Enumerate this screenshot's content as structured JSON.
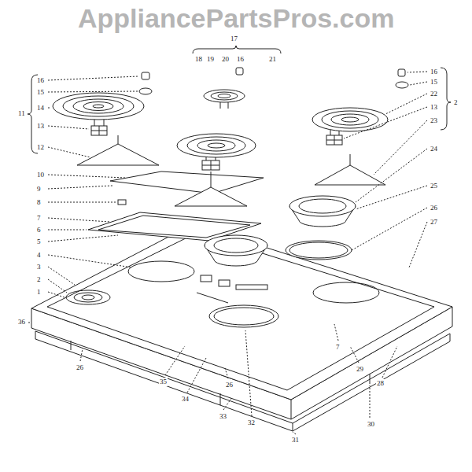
{
  "diagram": {
    "labels": [
      "AppliancePartsPros.com",
      "17",
      "18",
      "19",
      "20",
      "16",
      "21",
      "16",
      "15",
      "14",
      "11",
      "13",
      "12",
      "16",
      "15",
      "22",
      "2",
      "13",
      "23",
      "24",
      "10",
      "9",
      "8",
      "7",
      "25",
      "6",
      "5",
      "26",
      "4",
      "27",
      "3",
      "2",
      "1",
      "36",
      "7",
      "29",
      "26",
      "28",
      "35",
      "34",
      "26",
      "33",
      "32",
      "30",
      "31"
    ]
  }
}
